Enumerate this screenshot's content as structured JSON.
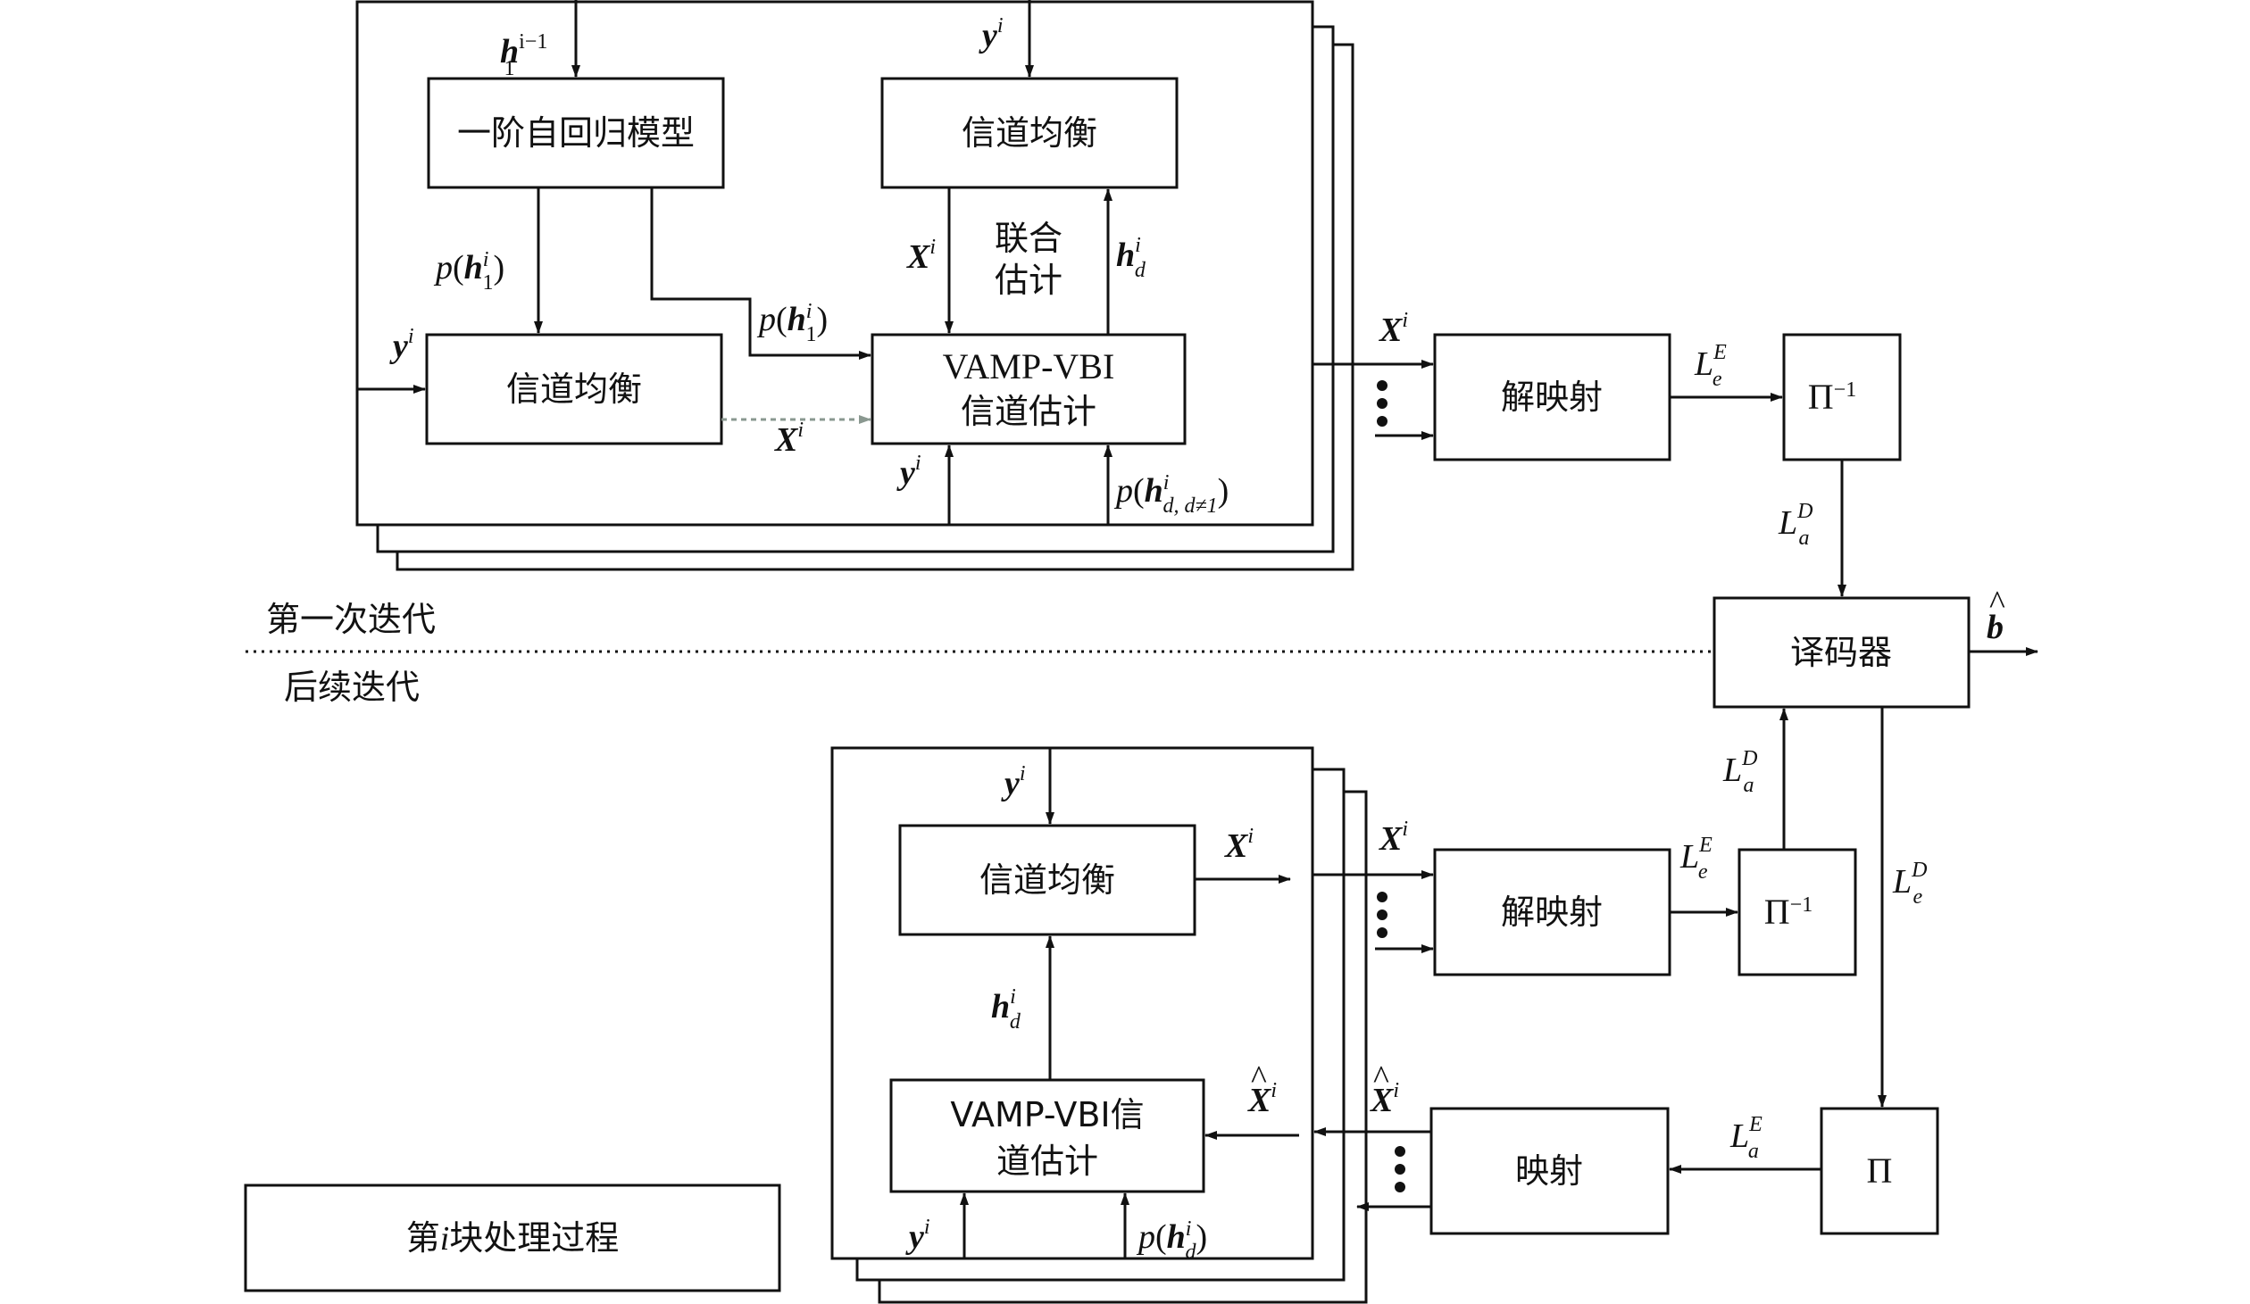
{
  "blocks": {
    "ar_model": "一阶自回归模型",
    "eq_top": "信道均衡",
    "eq_left": "信道均衡",
    "vamp_top_l1": "VAMP-VBI",
    "vamp_top_l2": "信道估计",
    "joint_l1": "联合",
    "joint_l2": "估计",
    "demap_top": "解映射",
    "deint_top": "Π",
    "decoder": "译码器",
    "eq_bottom": "信道均衡",
    "vamp_bot_l1": "VAMP-VBI信",
    "vamp_bot_l2": "道估计",
    "demap_bottom": "解映射",
    "deint_bottom": "Π",
    "mapper": "映射",
    "interleaver": "Π",
    "legend_pre": "第",
    "legend_var": "i",
    "legend_post": "块处理过程"
  },
  "labels": {
    "first_iter": "第一次迭代",
    "later_iter": "后续迭代",
    "inv_exp": "−1",
    "h_sym": "h",
    "y_sym": "y",
    "X_sym": "X",
    "L_sym": "L",
    "p_sym": "p",
    "b_sym": "b",
    "hat": "^",
    "paren_l": "(",
    "paren_r": ")",
    "sup_i": "i",
    "sup_i_minus_1": "i−1",
    "sub_1": "1",
    "sub_d": "d",
    "sub_d_neq_1": "d, d≠1",
    "sup_E": "E",
    "sup_D": "D",
    "sub_e": "e",
    "sub_a": "a"
  }
}
